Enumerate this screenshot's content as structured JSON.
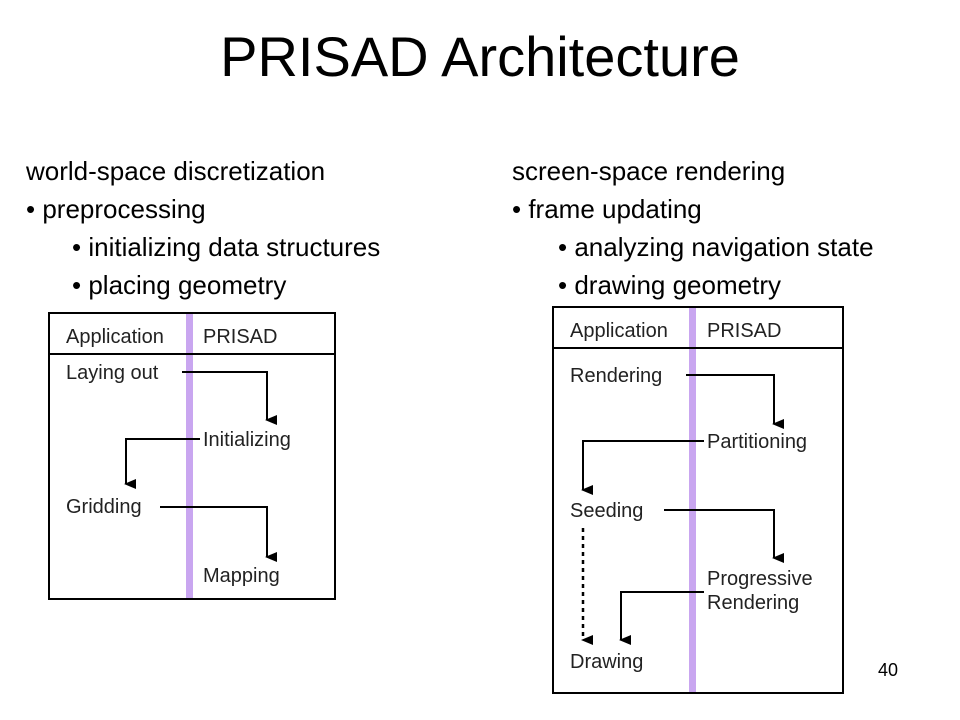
{
  "title": "PRISAD Architecture",
  "left": {
    "heading": "world-space discretization",
    "bullet1": "• preprocessing",
    "sub1": "• initializing data structures",
    "sub2": "• placing geometry"
  },
  "right": {
    "heading": "screen-space rendering",
    "bullet1": "• frame updating",
    "sub1": "• analyzing navigation state",
    "sub2": "• drawing geometry"
  },
  "diagram_left": {
    "col_app": "Application",
    "col_prisad": "PRISAD",
    "laying_out": "Laying out",
    "initializing": "Initializing",
    "gridding": "Gridding",
    "mapping": "Mapping"
  },
  "diagram_right": {
    "col_app": "Application",
    "col_prisad": "PRISAD",
    "rendering": "Rendering",
    "partitioning": "Partitioning",
    "seeding": "Seeding",
    "progressive_1": "Progressive",
    "progressive_2": "Rendering",
    "drawing": "Drawing"
  },
  "page_number": "40",
  "colors": {
    "divider": "#c9a6f0",
    "line": "#000000"
  }
}
